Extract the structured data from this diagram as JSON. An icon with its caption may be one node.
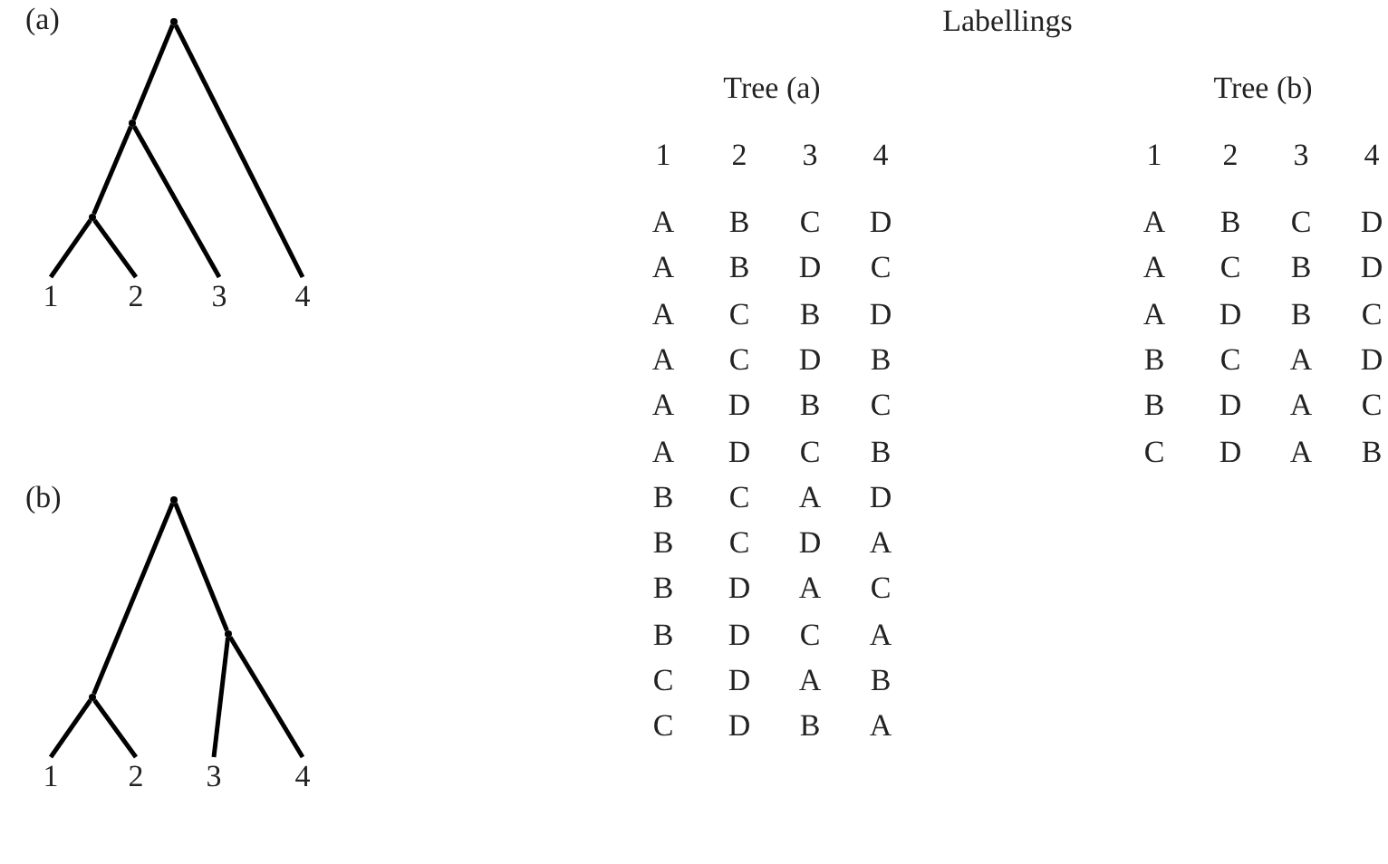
{
  "diagram": {
    "nodes": [
      {
        "text": [],
        "shape": "point"
      },
      {
        "text": [],
        "shape": "point"
      },
      {
        "text": [],
        "shape": "point"
      },
      {
        "text": [
          "1"
        ]
      },
      {
        "text": [
          "2"
        ]
      },
      {
        "text": [
          "3"
        ]
      },
      {
        "text": [
          "4"
        ]
      },
      {
        "text": [],
        "shape": "point"
      },
      {
        "text": [],
        "shape": "point"
      },
      {
        "text": [],
        "shape": "point"
      },
      {
        "text": [
          "1"
        ]
      },
      {
        "text": [
          "2"
        ]
      },
      {
        "text": [
          "3"
        ]
      },
      {
        "text": [
          "4"
        ]
      }
    ],
    "edges": [
      {
        "from": 0,
        "to": 1,
        "arrow": "none"
      },
      {
        "from": 0,
        "to": 6,
        "arrow": "none"
      },
      {
        "from": 1,
        "to": 2,
        "arrow": "none"
      },
      {
        "from": 1,
        "to": 5,
        "arrow": "none"
      },
      {
        "from": 2,
        "to": 3,
        "arrow": "none"
      },
      {
        "from": 2,
        "to": 4,
        "arrow": "none"
      },
      {
        "from": 7,
        "to": 8,
        "arrow": "none"
      },
      {
        "from": 7,
        "to": 9,
        "arrow": "none"
      },
      {
        "from": 8,
        "to": 10,
        "arrow": "none"
      },
      {
        "from": 8,
        "to": 11,
        "arrow": "none"
      },
      {
        "from": 9,
        "to": 12,
        "arrow": "none"
      },
      {
        "from": 9,
        "to": 13,
        "arrow": "none"
      }
    ],
    "labels": [
      "(a)",
      "(b)",
      "Labellings",
      "Tree (a)",
      "1",
      "2",
      "3",
      "4",
      "A",
      "B",
      "C",
      "D",
      "A",
      "B",
      "D",
      "C",
      "A",
      "C",
      "B",
      "D",
      "A",
      "C",
      "D",
      "B",
      "A",
      "D",
      "B",
      "C",
      "A",
      "D",
      "C",
      "B",
      "B",
      "C",
      "A",
      "D",
      "B",
      "C",
      "D",
      "A",
      "B",
      "D",
      "A",
      "C",
      "B",
      "D",
      "C",
      "A",
      "C",
      "D",
      "A",
      "B",
      "C",
      "D",
      "B",
      "A",
      "Tree (b)",
      "1",
      "2",
      "3",
      "4",
      "A",
      "B",
      "C",
      "D",
      "A",
      "C",
      "B",
      "D",
      "A",
      "D",
      "B",
      "C",
      "B",
      "C",
      "A",
      "D",
      "B",
      "D",
      "A",
      "C",
      "C",
      "D",
      "A",
      "B"
    ]
  }
}
